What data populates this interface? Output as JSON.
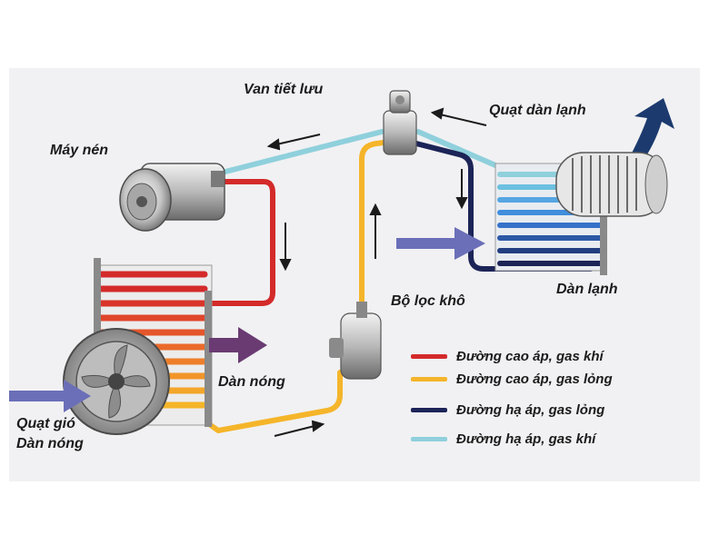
{
  "labels": {
    "compressor": "Máy nén",
    "expansion_valve": "Van tiết lưu",
    "evaporator_fan": "Quạt dàn lạnh",
    "evaporator": "Dàn lạnh",
    "receiver_drier": "Bộ lọc khô",
    "condenser": "Dàn nóng",
    "condenser_fan_line1": "Quạt gió",
    "condenser_fan_line2": "Dàn nóng"
  },
  "legend": [
    {
      "text": "Đường cao áp, gas khí",
      "color": "#d42a2a"
    },
    {
      "text": "Đường cao áp, gas lỏng",
      "color": "#f5b52a"
    },
    {
      "text": "Đường hạ áp, gas lỏng",
      "color": "#1c2457"
    },
    {
      "text": "Đường hạ áp, gas khí",
      "color": "#8fd0dc"
    }
  ],
  "colors": {
    "high_pressure_gas": "#d42a2a",
    "high_pressure_liquid": "#f5b52a",
    "low_pressure_liquid": "#1c2457",
    "low_pressure_gas": "#8fd0dc",
    "airflow_in": "#6b6fb8",
    "airflow_out": "#1c3a6e",
    "hot_air": "#6a3b73"
  }
}
